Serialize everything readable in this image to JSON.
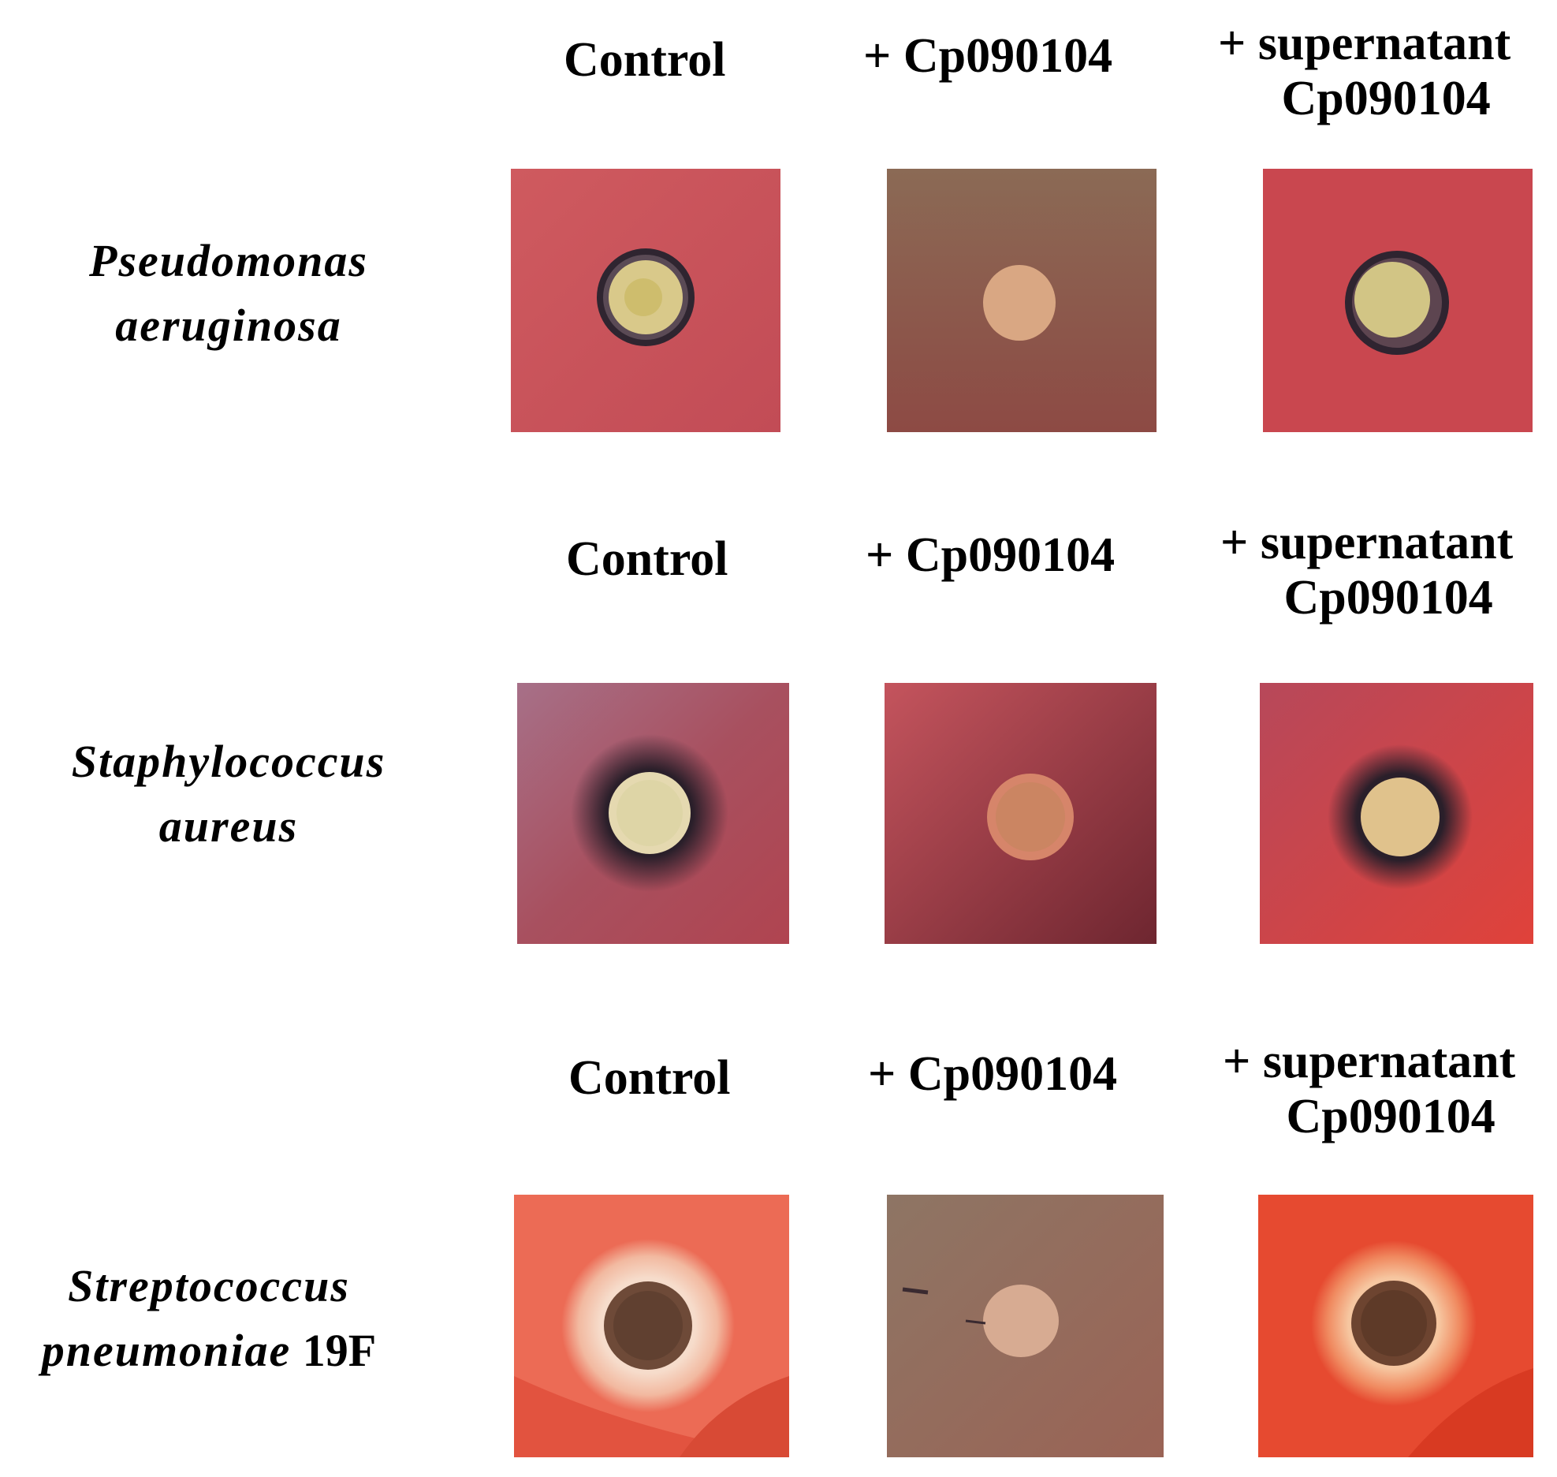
{
  "rows": [
    {
      "organism": "Pseudomonas",
      "organism_line2": "aeruginosa",
      "organism_suffix": "",
      "labels": [
        "Control",
        "+ Cp090104",
        "+ supernatant",
        "Cp090104"
      ]
    },
    {
      "organism": "Staphylococcus",
      "organism_line2": "aureus",
      "organism_suffix": "",
      "labels": [
        "Control",
        "+ Cp090104",
        "+ supernatant",
        "Cp090104"
      ]
    },
    {
      "organism": "Streptococcus",
      "organism_line2": "pneumoniae",
      "organism_suffix": " 19F",
      "labels": [
        "Control",
        "+ Cp090104",
        "+ supernatant",
        "Cp090104"
      ]
    }
  ],
  "colors": {
    "agar_red": "#c9525a",
    "agar_brown": "#8a5a4a",
    "agar_pink": "#a64a5a",
    "agar_orange_red": "#e5563f",
    "agar_grey_brown": "#8f7462",
    "disc_yellow": "#d8c98a",
    "halo_dark": "#2e2430",
    "halo_light": "#f3d7c8"
  }
}
